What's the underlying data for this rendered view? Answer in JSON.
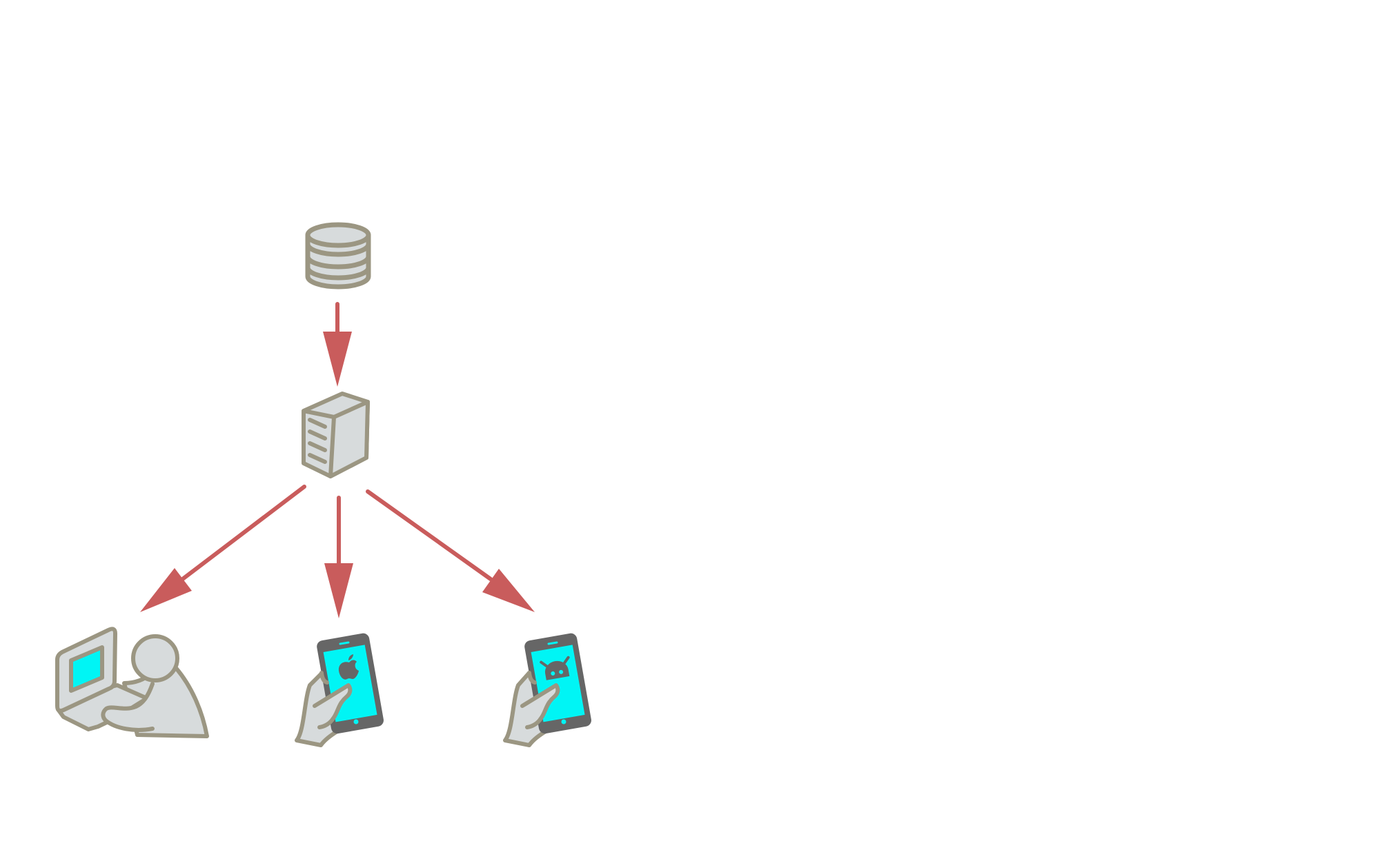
{
  "colors": {
    "background": "#ffffff",
    "outline": "#9b9682",
    "fill": "#d7dbdc",
    "screen": "#00f5f5",
    "device": "#666666",
    "arrow": "#c95c5c"
  },
  "nodes": [
    {
      "id": "database",
      "icon": "database-icon"
    },
    {
      "id": "server",
      "icon": "server-icon"
    },
    {
      "id": "desktop-user",
      "icon": "desktop-user-icon"
    },
    {
      "id": "ios-phone",
      "icon": "ios-phone-icon"
    },
    {
      "id": "android-phone",
      "icon": "android-phone-icon"
    }
  ],
  "edges": [
    {
      "from": "database",
      "to": "server"
    },
    {
      "from": "server",
      "to": "desktop-user"
    },
    {
      "from": "server",
      "to": "ios-phone"
    },
    {
      "from": "server",
      "to": "android-phone"
    }
  ]
}
